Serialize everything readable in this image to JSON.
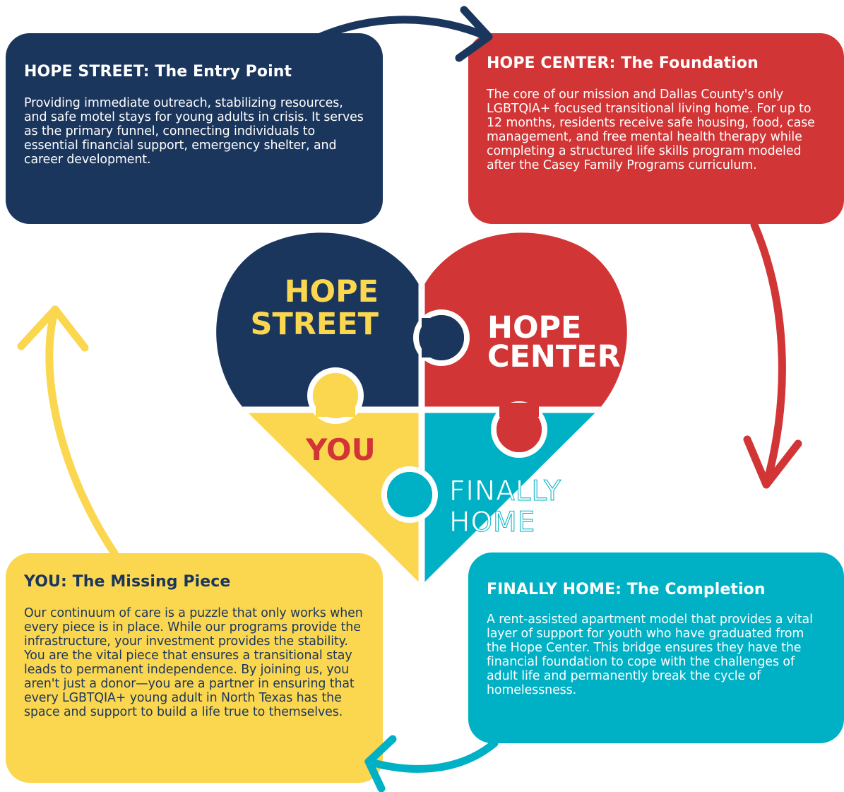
{
  "colors": {
    "navy": "#1b365d",
    "red": "#d23535",
    "yellow": "#fbd64f",
    "teal": "#00b1c5"
  },
  "cards": {
    "hope_street": {
      "title": "HOPE STREET: The Entry Point",
      "body": "Providing immediate outreach, stabilizing resources, and safe motel stays for young adults in crisis. It serves as the primary funnel, connecting individuals to essential financial support, emergency shelter, and career development."
    },
    "hope_center": {
      "title": "HOPE CENTER: The Foundation",
      "body": "The core of our mission and Dallas County's only LGBTQIA+ focused transitional living home. For up to 12 months, residents receive safe housing, food, case management, and free mental health therapy while completing a structured life skills program modeled after the Casey Family Programs curriculum."
    },
    "you": {
      "title": "YOU: The Missing Piece",
      "body": "Our continuum of care is a puzzle that only works when every piece is in place. While our programs provide the infrastructure, your investment provides the stability. You are the vital piece that ensures a transitional stay leads to permanent independence. By joining us, you aren't just a donor—you are a partner in ensuring that every LGBTQIA+ young adult in North Texas has the space and support to build a life true to themselves."
    },
    "finally_home": {
      "title": "FINALLY HOME: The Completion",
      "body": "A rent-assisted apartment model that provides a vital layer of support for youth who have graduated from the Hope Center. This bridge ensures they have the financial foundation to cope with the challenges of adult life and permanently break the cycle of homelessness."
    }
  },
  "puzzle": {
    "hope_street_line1": "HOPE",
    "hope_street_line2": "STREET",
    "hope_center_line1": "HOPE",
    "hope_center_line2": "CENTER",
    "you": "YOU",
    "finally_home_line1": "FINALLY",
    "finally_home_line2": "HOME"
  }
}
